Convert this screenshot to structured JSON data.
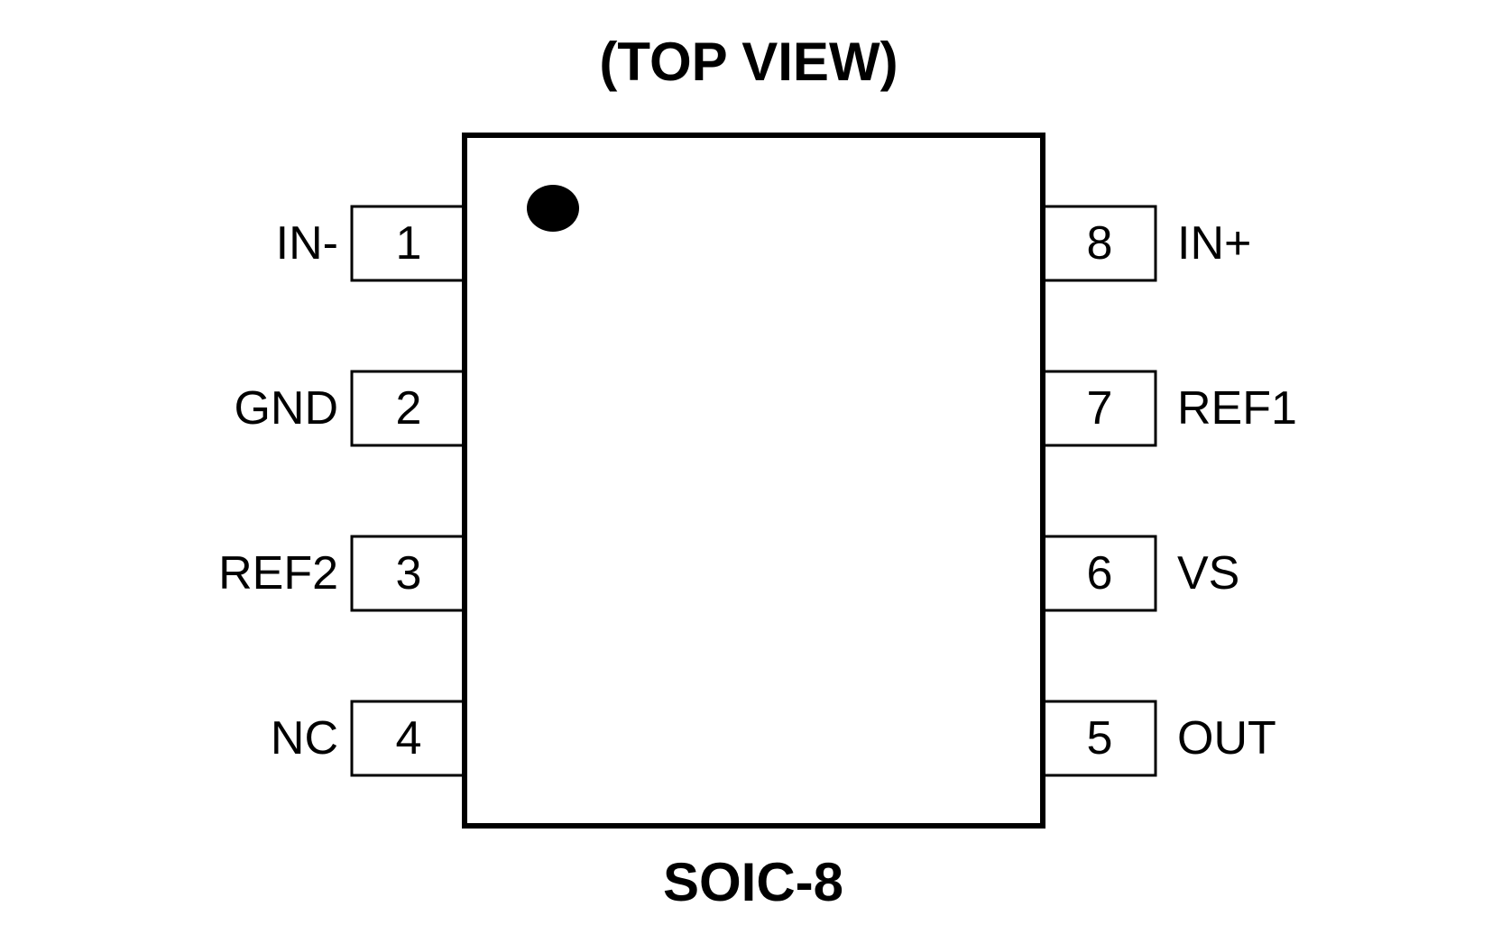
{
  "title": "(TOP VIEW)",
  "package_name": "SOIC-8",
  "pin1_marker": "pin-1-dot",
  "colors": {
    "stroke": "#000000",
    "background": "#ffffff"
  },
  "left_pins": [
    {
      "number": "1",
      "name": "IN-"
    },
    {
      "number": "2",
      "name": "GND"
    },
    {
      "number": "3",
      "name": "REF2"
    },
    {
      "number": "4",
      "name": "NC"
    }
  ],
  "right_pins": [
    {
      "number": "8",
      "name": "IN+"
    },
    {
      "number": "7",
      "name": "REF1"
    },
    {
      "number": "6",
      "name": "VS"
    },
    {
      "number": "5",
      "name": "OUT"
    }
  ]
}
